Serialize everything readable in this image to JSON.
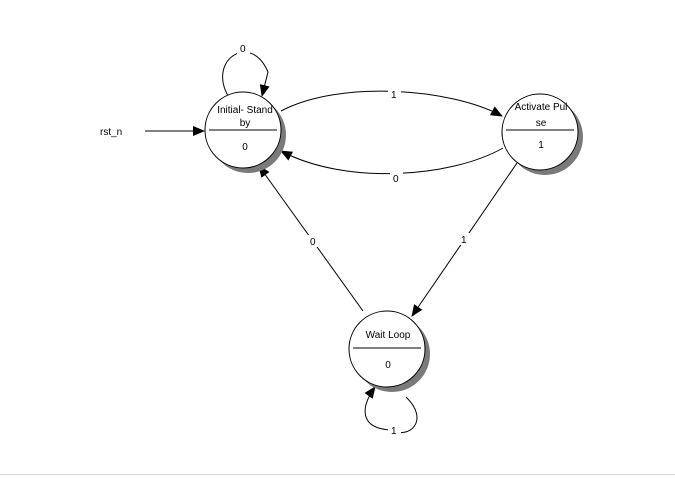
{
  "reset": {
    "label": "rst_n"
  },
  "states": {
    "standby": {
      "name_line1": "Initial- Stand",
      "name_line2": "by",
      "output": "0"
    },
    "pulse": {
      "name_line1": "Activate Pul",
      "name_line2": "se",
      "output": "1"
    },
    "wait": {
      "name_line1": "Wait Loop",
      "output": "0"
    }
  },
  "transitions": {
    "standby_self": "0",
    "standby_to_pulse": "1",
    "pulse_to_standby": "0",
    "pulse_to_wait": "1",
    "wait_to_standby": "0",
    "wait_self": "1"
  }
}
